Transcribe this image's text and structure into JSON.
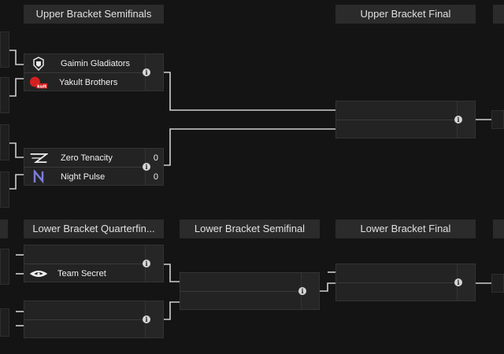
{
  "headers": {
    "upper_semifinals": "Upper Bracket Semifinals",
    "upper_final": "Upper Bracket Final",
    "lower_quarterfinals": "Lower Bracket Quarterfin...",
    "lower_semifinal": "Lower Bracket Semifinal",
    "lower_final": "Lower Bracket Final"
  },
  "matches": {
    "ub_semi_1": {
      "team1": {
        "name": "Gaimin Gladiators",
        "score": ""
      },
      "team2": {
        "name": "Yakult Brothers",
        "score": ""
      }
    },
    "ub_semi_2": {
      "team1": {
        "name": "Zero Tenacity",
        "score": "0"
      },
      "team2": {
        "name": "Night Pulse",
        "score": "0"
      }
    },
    "lb_quarter_1": {
      "team1": {
        "name": "",
        "score": ""
      },
      "team2": {
        "name": "Team Secret",
        "score": ""
      }
    }
  },
  "info_label": "i",
  "colors": {
    "background": "#141414",
    "header": "#2b2b2b",
    "match_box": "#232323",
    "connector": "#cfcfcf"
  }
}
